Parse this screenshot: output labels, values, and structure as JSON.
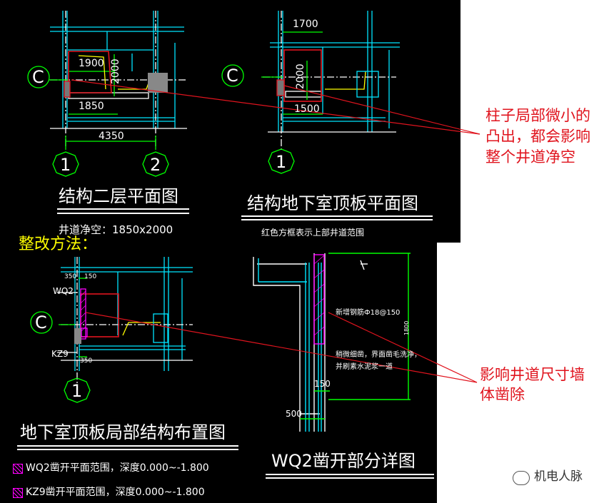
{
  "top_left": {
    "grid_label_c": "C",
    "grid_label_1": "1",
    "grid_label_2": "2",
    "dim_top": "1900",
    "dim_vertical": "2000",
    "dim_bottom": "1850",
    "dim_span": "4350",
    "title": "结构二层平面图",
    "note": "井道净空：1850x2000"
  },
  "top_right": {
    "grid_label_c": "C",
    "grid_label_1": "1",
    "dim_top": "1700",
    "dim_vertical": "2000",
    "dim_bottom": "1500",
    "title": "结构地下室顶板平面图"
  },
  "heading": "整改方法：",
  "callout_top": [
    "柱子局部微小的",
    "凸出，都会影响",
    "整个井道净空"
  ],
  "callout_bottom": [
    "影响井道尺寸墙",
    "体凿除"
  ],
  "bottom_left": {
    "grid_label_c": "C",
    "grid_label_1": "1",
    "dim_350": "350",
    "dim_150": "150",
    "dim_350b": "350",
    "label_wq2": "WQ2",
    "label_kz9": "KZ9",
    "title": "地下室顶板局部结构布置图",
    "legend": [
      "WQ2凿开平面范围，深度0.000~-1.800",
      "KZ9凿开平面范围，深度0.000~-1.800"
    ]
  },
  "bottom_right": {
    "top_note": "红色方框表示上部井道范围",
    "note_rebar": "新增钢筋Ф18@150",
    "note_plaster_1": "稍微细凿，界面凿毛洗净，",
    "note_plaster_2": "并刷素水泥浆一道",
    "dim_150": "150",
    "dim_500": "500",
    "dim_1800": "1800",
    "title": "WQ2凿开部分详图"
  },
  "watermark": "机电人脉",
  "colors": {
    "background": "#000000",
    "line_white": "#ffffff",
    "line_cyan": "#00e5ff",
    "line_green": "#00ff00",
    "line_red": "#e0141e",
    "line_yellow": "#ffff00",
    "line_magenta": "#ff00ff"
  }
}
